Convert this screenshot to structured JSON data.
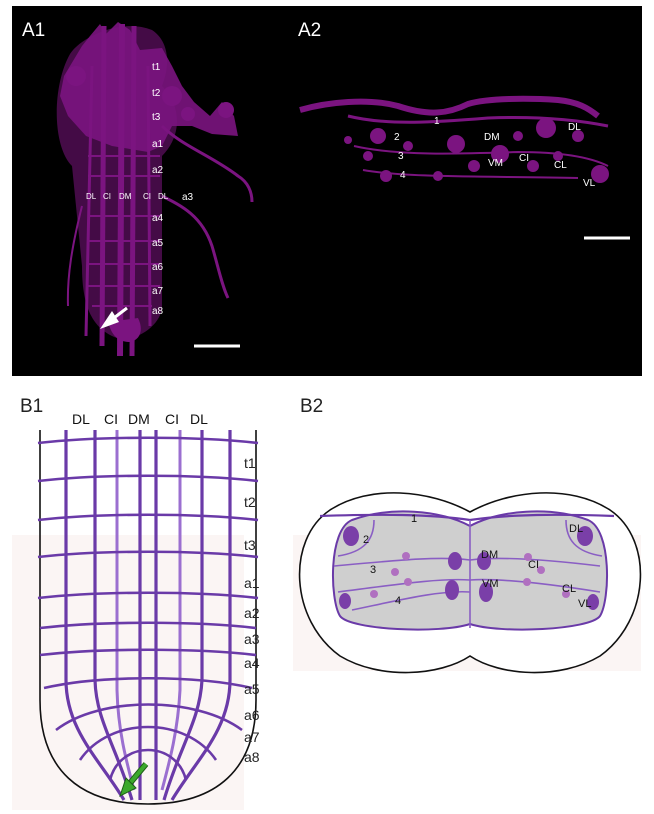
{
  "panels": {
    "a1": {
      "letter": "A1",
      "segments": [
        "t1",
        "t2",
        "t3",
        "a1",
        "a2",
        "a3",
        "a4",
        "a5",
        "a6",
        "a7",
        "a8"
      ],
      "tracts": [
        "DL",
        "CI",
        "DM",
        "CI",
        "DL"
      ],
      "side_label": "a3"
    },
    "a2": {
      "letter": "A2",
      "roots": [
        "1",
        "2",
        "3",
        "4"
      ],
      "tracts": [
        "DL",
        "DM",
        "VM",
        "CI",
        "CL",
        "VL"
      ]
    },
    "b1": {
      "letter": "B1",
      "tracts": [
        "DL",
        "CI",
        "DM",
        "CI",
        "DL"
      ],
      "segments": [
        "t1",
        "t2",
        "t3",
        "a1",
        "a2",
        "a3",
        "a4",
        "a5",
        "a6",
        "a7",
        "a8"
      ]
    },
    "b2": {
      "letter": "B2",
      "roots": [
        "1",
        "2",
        "3",
        "4"
      ],
      "tracts": [
        "DL",
        "DM",
        "CI",
        "VM",
        "CL",
        "VL"
      ]
    }
  },
  "colors": {
    "stain": "#7b1480",
    "tract_dark": "#6a3aa8",
    "tract_light": "#9b6fd0",
    "neuropil": "#cfcfcf",
    "arrow": "#3ca82c"
  }
}
